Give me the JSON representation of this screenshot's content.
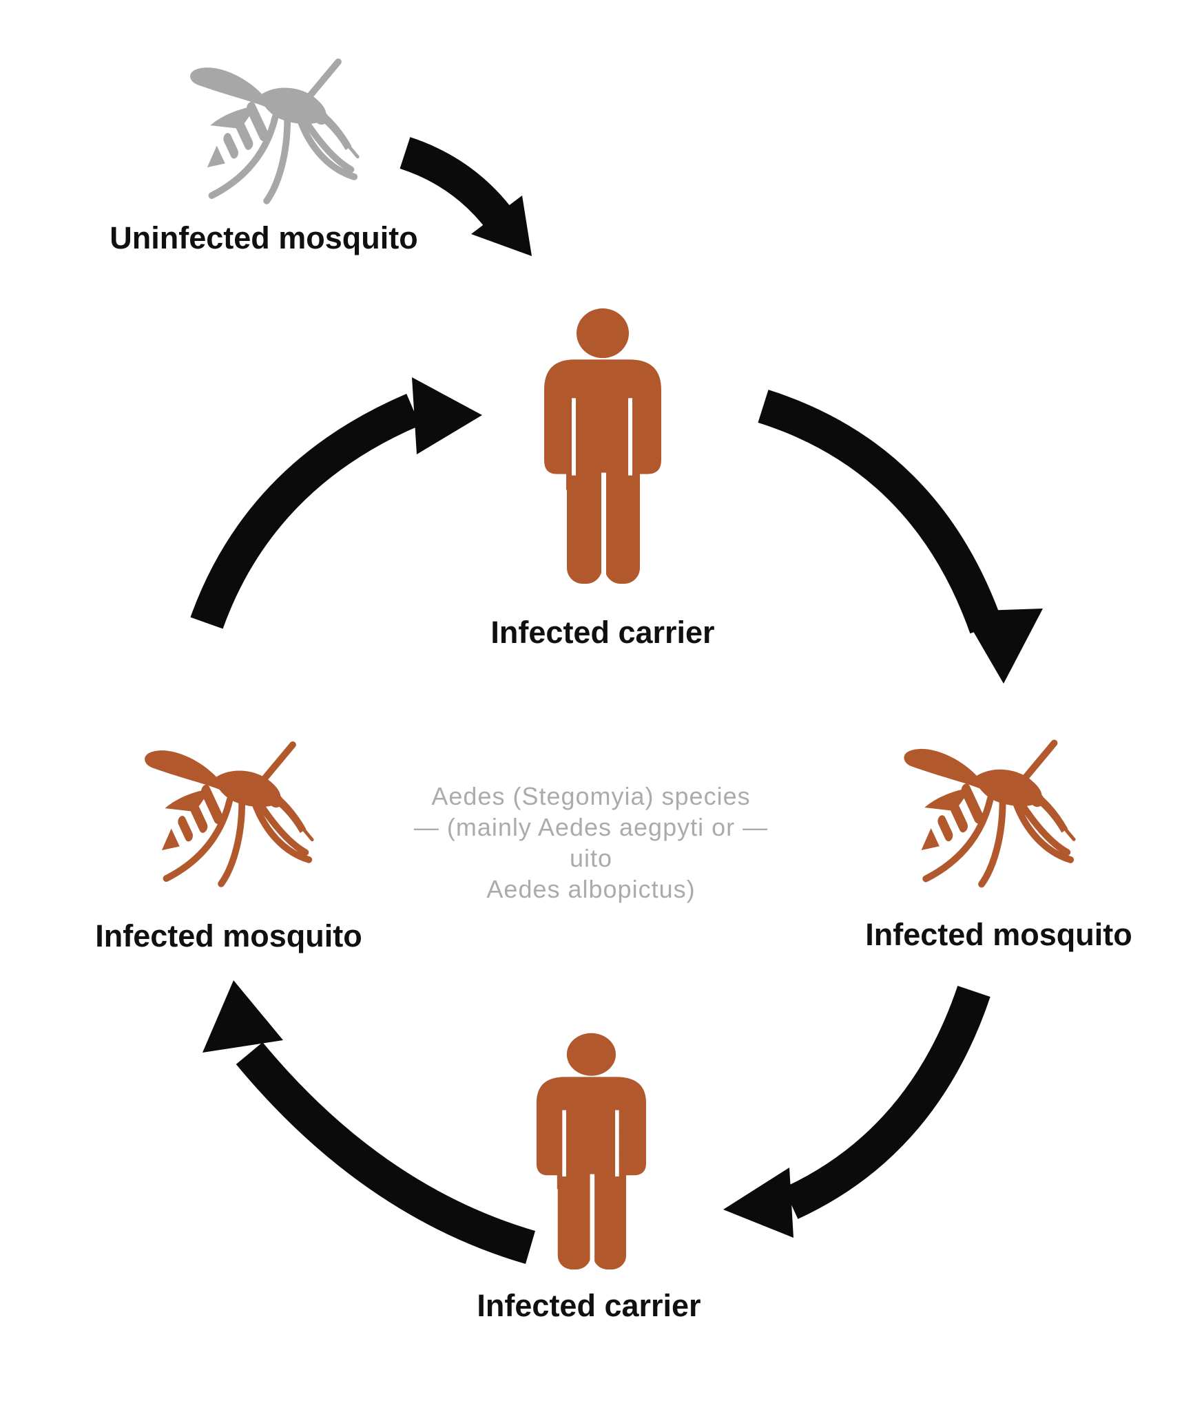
{
  "diagram": {
    "type": "cycle-diagram",
    "subject": "Mosquito-borne virus transmission cycle",
    "labels": {
      "uninfected_mosquito": "Uninfected mosquito",
      "infected_carrier_top": "Infected carrier",
      "infected_mosquito_right": "Infected mosquito",
      "infected_carrier_bottom": "Infected carrier",
      "infected_mosquito_left": "Infected mosquito"
    },
    "center_note": {
      "line1": "Aedes (Stegomyia) species",
      "line2": "— (mainly Aedes aegpyti or —",
      "line3": "uito",
      "line4": "Aedes albopictus)"
    },
    "colors": {
      "infected_icon": "#B1582C",
      "uninfected_icon": "#A7A7A7",
      "arrow": "#0B0B0B",
      "label_text": "#101010",
      "note_text": "#ABABAB",
      "background": "#FFFFFF"
    },
    "icons": {
      "mosquito": "mosquito-icon",
      "person": "person-icon",
      "arrow": "curved-arrow-icon"
    },
    "flow": [
      "Uninfected mosquito -> Infected carrier (top)",
      "Infected carrier (top) -> Infected mosquito (right)",
      "Infected mosquito (right) -> Infected carrier (bottom)",
      "Infected carrier (bottom) -> Infected mosquito (left)",
      "Infected mosquito (left) -> Infected carrier (top)"
    ]
  }
}
